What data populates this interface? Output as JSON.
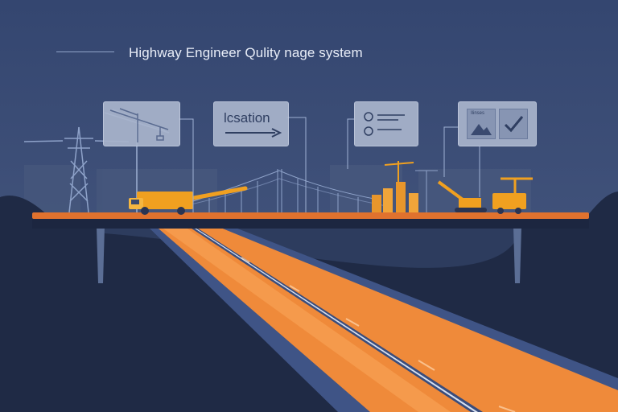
{
  "header": {
    "title": "Highway Engineer Qulity nage system"
  },
  "panels": {
    "location": {
      "label": "lcsation"
    },
    "terrain": {
      "label": "Ilinses"
    }
  },
  "icons": {
    "crane_panel": "tower-crane-icon",
    "location_panel": "arrow-right-icon",
    "list_panel": "checklist-icon",
    "terrain_panel": "mountain-icon",
    "check_panel": "checkmark-icon"
  },
  "colors": {
    "sky": "#3c4d72",
    "ground": "#1f2a45",
    "road": "#ef8a3a",
    "bridge_deck": "#e0722e",
    "machinery": "#f0a020",
    "panel": "#a8b4cc"
  }
}
